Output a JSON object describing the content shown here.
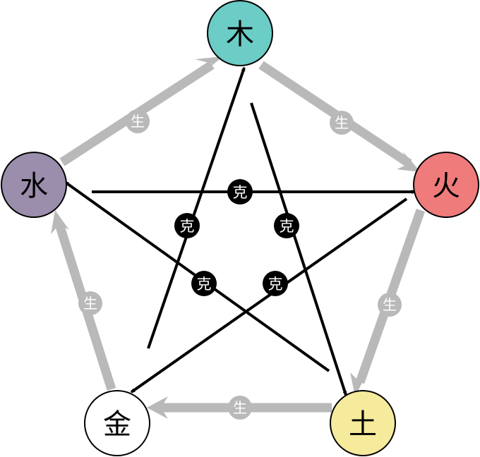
{
  "elements": [
    {
      "id": "wood",
      "label": "木",
      "color": "#6cccc6"
    },
    {
      "id": "fire",
      "label": "火",
      "color": "#ef7b7b"
    },
    {
      "id": "earth",
      "label": "土",
      "color": "#f6ea9c"
    },
    {
      "id": "metal",
      "label": "金",
      "color": "#ffffff"
    },
    {
      "id": "water",
      "label": "水",
      "color": "#9b8eac"
    }
  ],
  "sheng_label": "生",
  "ke_label": "克",
  "sheng_color": "#b9b9b9",
  "ke_color": "#000000"
}
